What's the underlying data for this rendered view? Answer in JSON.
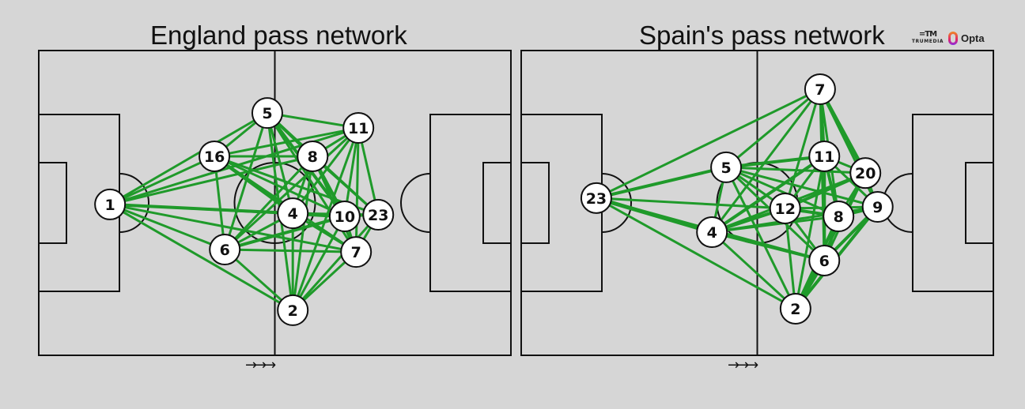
{
  "logos": {
    "trumedia_label": "TRUMEDIA",
    "trumedia_glyph": "=TM",
    "opta_label": "Opta"
  },
  "colors": {
    "background": "#d6d6d6",
    "pass_line": "#1f9a2a",
    "pitch_line": "#111111",
    "node_fill": "#ffffff",
    "node_stroke": "#111111"
  },
  "chart_data": [
    {
      "type": "scatter",
      "title": "England pass network",
      "attack_direction_label": "→→→",
      "coordinate_system": "pitch percent (x: 0 own goal → 100 opponent goal, y: 0 top → 100 bottom)",
      "nodes": [
        {
          "id": "1",
          "x": 15.1,
          "y": 50.5
        },
        {
          "id": "16",
          "x": 37.2,
          "y": 34.7
        },
        {
          "id": "5",
          "x": 48.4,
          "y": 20.5
        },
        {
          "id": "11",
          "x": 67.7,
          "y": 25.4
        },
        {
          "id": "8",
          "x": 58.0,
          "y": 34.7
        },
        {
          "id": "4",
          "x": 53.8,
          "y": 53.4
        },
        {
          "id": "10",
          "x": 64.8,
          "y": 54.4
        },
        {
          "id": "23",
          "x": 71.9,
          "y": 53.9
        },
        {
          "id": "6",
          "x": 39.4,
          "y": 65.3
        },
        {
          "id": "7",
          "x": 67.2,
          "y": 66.1
        },
        {
          "id": "2",
          "x": 53.8,
          "y": 85.2
        }
      ],
      "edges": [
        [
          "1",
          "16",
          3
        ],
        [
          "1",
          "5",
          3
        ],
        [
          "1",
          "8",
          3
        ],
        [
          "1",
          "11",
          3
        ],
        [
          "1",
          "4",
          4
        ],
        [
          "1",
          "10",
          3
        ],
        [
          "1",
          "6",
          3
        ],
        [
          "1",
          "7",
          3
        ],
        [
          "1",
          "2",
          3
        ],
        [
          "16",
          "5",
          3
        ],
        [
          "16",
          "8",
          3
        ],
        [
          "16",
          "11",
          3
        ],
        [
          "16",
          "4",
          4
        ],
        [
          "16",
          "10",
          3
        ],
        [
          "16",
          "7",
          3
        ],
        [
          "16",
          "6",
          3
        ],
        [
          "16",
          "23",
          3
        ],
        [
          "5",
          "11",
          3
        ],
        [
          "5",
          "8",
          4
        ],
        [
          "5",
          "4",
          3
        ],
        [
          "5",
          "10",
          4
        ],
        [
          "5",
          "7",
          3
        ],
        [
          "5",
          "6",
          3
        ],
        [
          "5",
          "2",
          3
        ],
        [
          "5",
          "23",
          3
        ],
        [
          "11",
          "8",
          3
        ],
        [
          "11",
          "4",
          3
        ],
        [
          "11",
          "10",
          3
        ],
        [
          "11",
          "23",
          3
        ],
        [
          "11",
          "7",
          3
        ],
        [
          "11",
          "6",
          3
        ],
        [
          "11",
          "2",
          3
        ],
        [
          "8",
          "4",
          3
        ],
        [
          "8",
          "10",
          4
        ],
        [
          "8",
          "7",
          3
        ],
        [
          "8",
          "6",
          3
        ],
        [
          "8",
          "2",
          3
        ],
        [
          "8",
          "23",
          3
        ],
        [
          "4",
          "10",
          5
        ],
        [
          "4",
          "7",
          3
        ],
        [
          "4",
          "6",
          3
        ],
        [
          "4",
          "2",
          3
        ],
        [
          "4",
          "23",
          3
        ],
        [
          "10",
          "7",
          3
        ],
        [
          "10",
          "6",
          4
        ],
        [
          "10",
          "2",
          3
        ],
        [
          "10",
          "23",
          3
        ],
        [
          "23",
          "7",
          3
        ],
        [
          "23",
          "2",
          3
        ],
        [
          "6",
          "7",
          3
        ],
        [
          "6",
          "2",
          3
        ],
        [
          "7",
          "2",
          3
        ]
      ]
    },
    {
      "type": "scatter",
      "title": "Spain's pass network",
      "attack_direction_label": "→→→",
      "coordinate_system": "pitch percent (x: 0 own goal → 100 opponent goal, y: 0 top → 100 bottom)",
      "nodes": [
        {
          "id": "23",
          "x": 15.9,
          "y": 48.4
        },
        {
          "id": "5",
          "x": 43.4,
          "y": 38.3
        },
        {
          "id": "7",
          "x": 63.3,
          "y": 12.7
        },
        {
          "id": "11",
          "x": 64.2,
          "y": 34.7
        },
        {
          "id": "20",
          "x": 72.9,
          "y": 40.2
        },
        {
          "id": "9",
          "x": 75.5,
          "y": 51.3
        },
        {
          "id": "12",
          "x": 55.9,
          "y": 51.8
        },
        {
          "id": "8",
          "x": 67.2,
          "y": 54.4
        },
        {
          "id": "4",
          "x": 40.4,
          "y": 59.6
        },
        {
          "id": "6",
          "x": 64.2,
          "y": 68.9
        },
        {
          "id": "2",
          "x": 58.1,
          "y": 84.7
        }
      ],
      "edges": [
        [
          "23",
          "7",
          3
        ],
        [
          "23",
          "5",
          4
        ],
        [
          "23",
          "12",
          3
        ],
        [
          "23",
          "4",
          5
        ],
        [
          "23",
          "6",
          3
        ],
        [
          "23",
          "2",
          3
        ],
        [
          "5",
          "7",
          3
        ],
        [
          "5",
          "11",
          4
        ],
        [
          "5",
          "20",
          3
        ],
        [
          "5",
          "9",
          3
        ],
        [
          "5",
          "12",
          3
        ],
        [
          "5",
          "8",
          3
        ],
        [
          "5",
          "4",
          3
        ],
        [
          "5",
          "6",
          3
        ],
        [
          "5",
          "2",
          3
        ],
        [
          "7",
          "11",
          4
        ],
        [
          "7",
          "20",
          5
        ],
        [
          "7",
          "12",
          3
        ],
        [
          "7",
          "8",
          3
        ],
        [
          "7",
          "4",
          3
        ],
        [
          "7",
          "6",
          3
        ],
        [
          "7",
          "9",
          3
        ],
        [
          "11",
          "20",
          3
        ],
        [
          "11",
          "9",
          3
        ],
        [
          "11",
          "12",
          3
        ],
        [
          "11",
          "8",
          4
        ],
        [
          "11",
          "4",
          4
        ],
        [
          "11",
          "6",
          4
        ],
        [
          "11",
          "2",
          3
        ],
        [
          "20",
          "9",
          3
        ],
        [
          "20",
          "12",
          4
        ],
        [
          "20",
          "8",
          3
        ],
        [
          "20",
          "4",
          3
        ],
        [
          "20",
          "6",
          3
        ],
        [
          "20",
          "2",
          3
        ],
        [
          "9",
          "12",
          3
        ],
        [
          "9",
          "8",
          4
        ],
        [
          "9",
          "4",
          3
        ],
        [
          "9",
          "6",
          4
        ],
        [
          "9",
          "2",
          4
        ],
        [
          "12",
          "8",
          4
        ],
        [
          "12",
          "4",
          4
        ],
        [
          "12",
          "6",
          3
        ],
        [
          "12",
          "2",
          3
        ],
        [
          "8",
          "4",
          3
        ],
        [
          "8",
          "6",
          4
        ],
        [
          "8",
          "2",
          4
        ],
        [
          "4",
          "6",
          4
        ],
        [
          "4",
          "2",
          3
        ],
        [
          "6",
          "2",
          5
        ]
      ]
    }
  ]
}
